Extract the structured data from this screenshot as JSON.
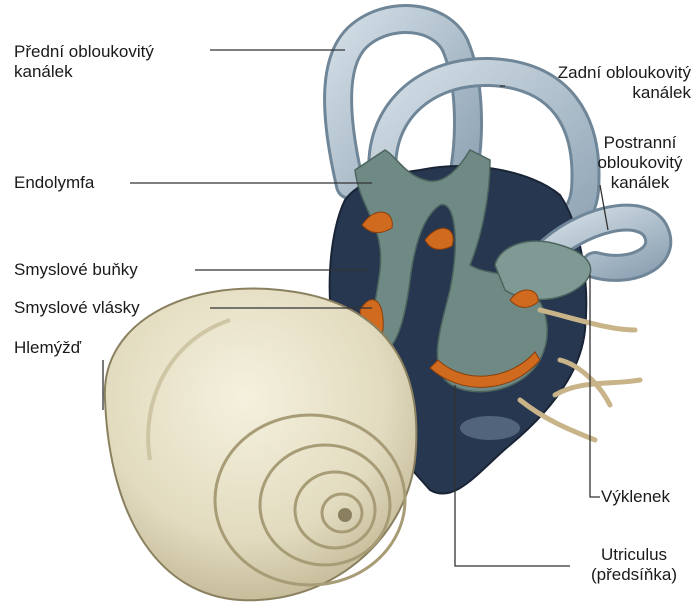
{
  "labels": {
    "predni": [
      "Přední obloukovitý",
      "kanálek"
    ],
    "zadni": [
      "Zadní obloukovitý",
      "kanálek"
    ],
    "postranni": [
      "Postranní",
      "obloukovitý",
      "kanálek"
    ],
    "endolymfa": "Endolymfa",
    "bunky": "Smyslové buňky",
    "vlasky": "Smyslové vlásky",
    "hlemyzd": "Hlemýžď",
    "vyklenek": "Výklenek",
    "utriculus": [
      "Utriculus",
      "(předsíňka)"
    ]
  },
  "colors": {
    "canal": "#a9bccb",
    "canal_dark": "#6f8698",
    "chamber": "#27374f",
    "membrane": "#6f8a85",
    "hair_cells": "#d06a1e",
    "shell": "#e7e1c8",
    "shell_shadow": "#b9ae8a",
    "nerve": "#c9b48a",
    "leader": "#333333"
  }
}
